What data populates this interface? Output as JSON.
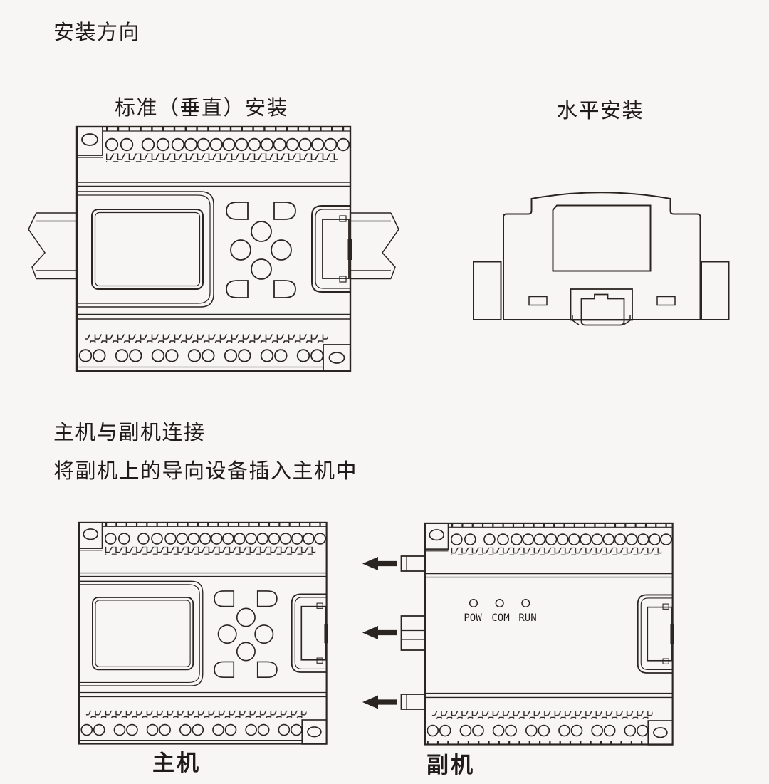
{
  "page": {
    "title": "安装方向"
  },
  "installation": {
    "vertical_label": "标准（垂直）安装",
    "horizontal_label": "水平安装"
  },
  "connection": {
    "title": "主机与副机连接",
    "description": "将副机上的导向设备插入主机中",
    "main_unit_label": "主机",
    "sub_unit_label": "副机",
    "led_labels": [
      "POW",
      "COM",
      "RUN"
    ]
  },
  "colors": {
    "background": "#f7f6f4",
    "line": "#2b2522",
    "text": "#201b18"
  }
}
